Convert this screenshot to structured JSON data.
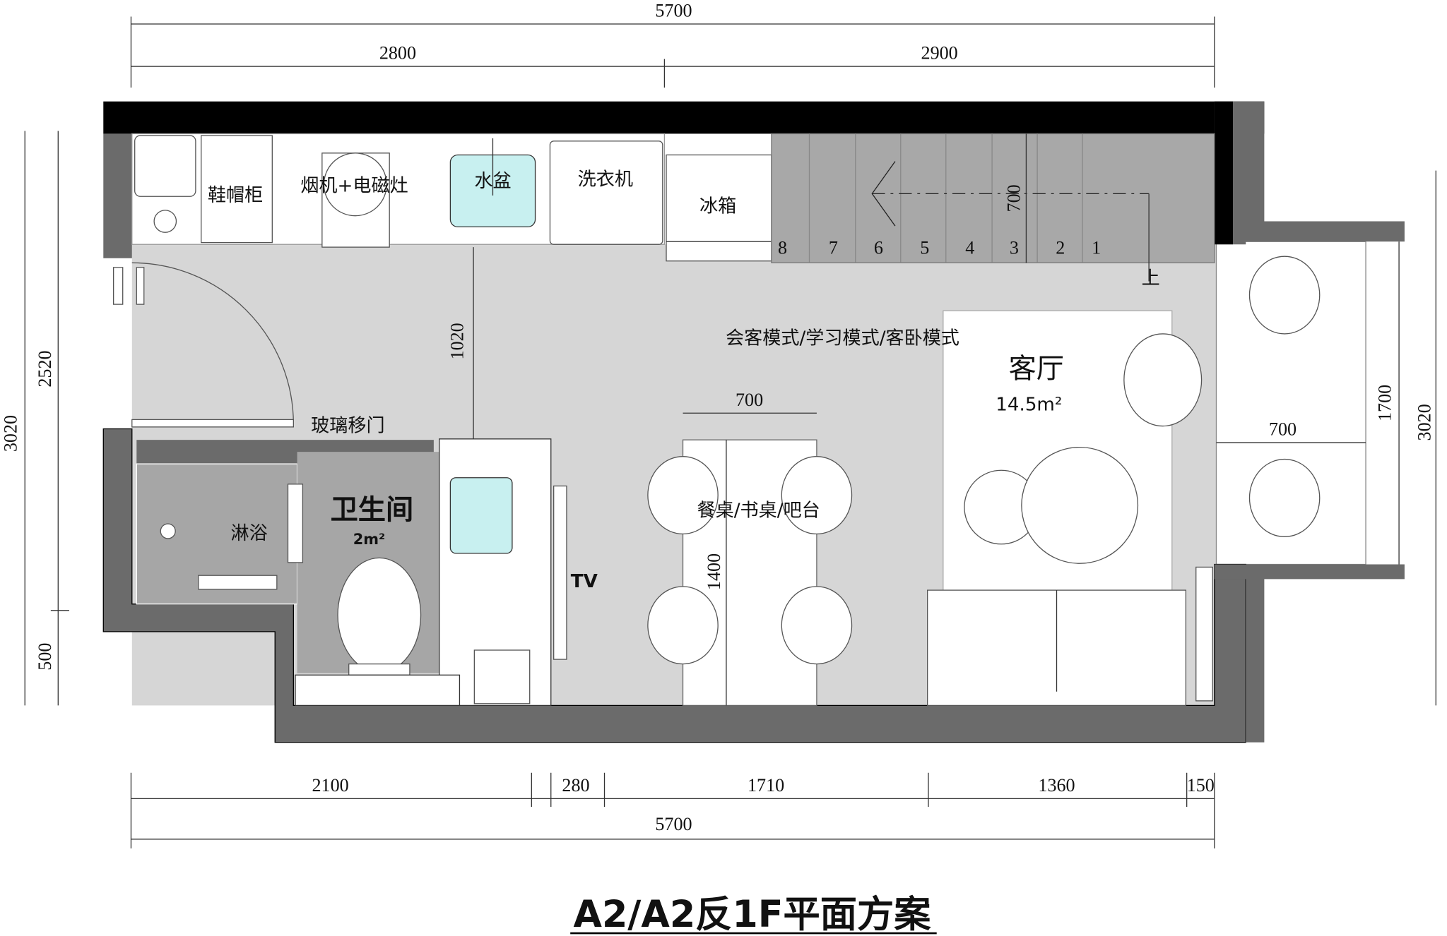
{
  "title": "A2/A2反1F平面方案",
  "dimensions": {
    "top_total": "5700",
    "top_left": "2800",
    "top_right": "2900",
    "bottom_segments": [
      "2100",
      "280",
      "1710",
      "1360",
      "150"
    ],
    "bottom_total": "5700",
    "left_total": "3020",
    "left_main": "2520",
    "left_lower": "500",
    "right_total": "3020",
    "balcony_length": "1700",
    "balcony_width": "700",
    "aisle": "1020",
    "stair_width": "700",
    "table_width": "700",
    "table_length": "1400"
  },
  "rooms": {
    "living_room": "客厅",
    "living_area": "14.5m²",
    "modes": "会客模式/学习模式/客卧模式",
    "bathroom": "卫生间",
    "bathroom_area": "2m²",
    "shower": "淋浴",
    "sliding_door": "玻璃移门",
    "dining": "餐桌/书桌/吧台",
    "tv": "TV"
  },
  "fixtures": {
    "shoe_cabinet": "鞋帽柜",
    "hood_stove": "烟机+电磁灶",
    "sink": "水盆",
    "washer": "洗衣机",
    "fridge": "冰箱"
  },
  "stairs": {
    "steps": [
      "8",
      "7",
      "6",
      "5",
      "4",
      "3",
      "2",
      "1"
    ],
    "up_label": "上"
  },
  "colors": {
    "wall": "#6b6b6b",
    "wall_black": "#000000",
    "floor": "#d6d6d6",
    "stair": "#a8a8a8",
    "sink": "#c8f0f0"
  }
}
